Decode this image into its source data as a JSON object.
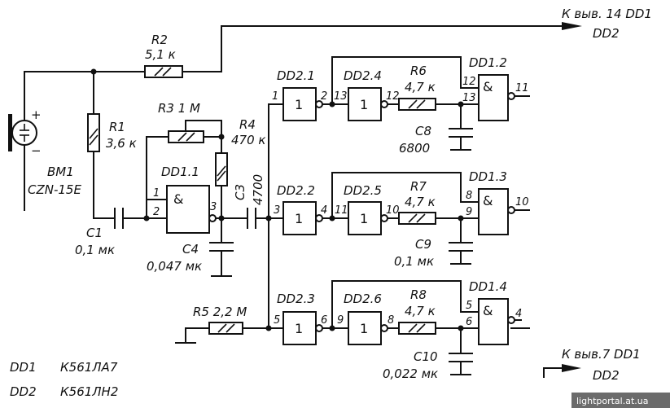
{
  "notes": {
    "top_right_1": "К выв. 14 DD1",
    "top_right_2": "DD2",
    "bottom_right_1": "К выв.7 DD1",
    "bottom_right_2": "DD2",
    "dd1_ref": "DD1",
    "dd1_type": "К561ЛА7",
    "dd2_ref": "DD2",
    "dd2_type": "К561ЛН2",
    "watermark": "lightportal.at.ua"
  },
  "mic": {
    "ref": "BM1",
    "type": "CZN-15E",
    "plus": "+",
    "minus": "−"
  },
  "resistors": {
    "r1": {
      "ref": "R1",
      "value": "3,6 к"
    },
    "r2": {
      "ref": "R2",
      "value": "5,1 к"
    },
    "r3": {
      "ref": "R3 1 М"
    },
    "r4": {
      "ref": "R4",
      "value": "470 к"
    },
    "r5": {
      "ref": "R5 2,2 М"
    },
    "r6": {
      "ref": "R6",
      "value": "4,7 к"
    },
    "r7": {
      "ref": "R7",
      "value": "4,7 к"
    },
    "r8": {
      "ref": "R8",
      "value": "4,7 к"
    }
  },
  "capacitors": {
    "c1": {
      "ref": "C1",
      "value": "0,1 мк"
    },
    "c3": {
      "ref": "C3",
      "value": "4700"
    },
    "c4": {
      "ref": "C4",
      "value": "0,047 мк"
    },
    "c8": {
      "ref": "C8",
      "value": "6800"
    },
    "c9": {
      "ref": "C9",
      "value": "0,1 мк"
    },
    "c10": {
      "ref": "C10",
      "value": "0,022 мк"
    }
  },
  "gates": {
    "dd11": {
      "ref": "DD1.1",
      "sym": "&",
      "pins": [
        "1",
        "2",
        "3"
      ]
    },
    "dd12": {
      "ref": "DD1.2",
      "sym": "&",
      "pins": [
        "12",
        "13",
        "11"
      ]
    },
    "dd13": {
      "ref": "DD1.3",
      "sym": "&",
      "pins": [
        "8",
        "9",
        "10"
      ]
    },
    "dd14": {
      "ref": "DD1.4",
      "sym": "&",
      "pins": [
        "5",
        "6",
        "4"
      ]
    },
    "dd21": {
      "ref": "DD2.1",
      "sym": "1",
      "pins": [
        "1",
        "2"
      ]
    },
    "dd22": {
      "ref": "DD2.2",
      "sym": "1",
      "pins": [
        "3",
        "4"
      ]
    },
    "dd23": {
      "ref": "DD2.3",
      "sym": "1",
      "pins": [
        "5",
        "6"
      ]
    },
    "dd24": {
      "ref": "DD2.4",
      "sym": "1",
      "pins": [
        "13",
        "12"
      ]
    },
    "dd25": {
      "ref": "DD2.5",
      "sym": "1",
      "pins": [
        "11",
        "10"
      ]
    },
    "dd26": {
      "ref": "DD2.6",
      "sym": "1",
      "pins": [
        "9",
        "8"
      ]
    }
  }
}
